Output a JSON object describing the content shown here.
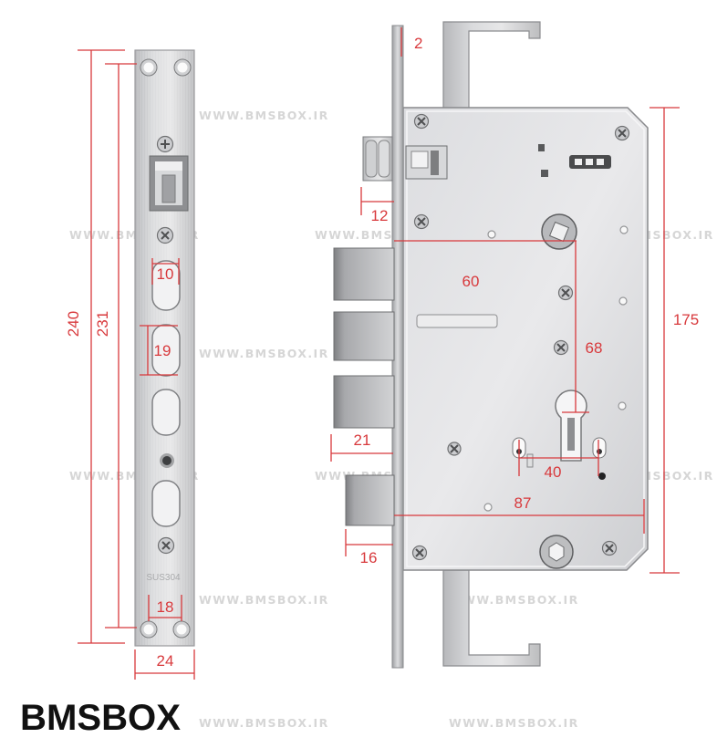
{
  "watermark": {
    "text": "WWW.BMSBOX.IR"
  },
  "logo": {
    "text": "BMSBOX"
  },
  "faceplate": {
    "stamp": "SUS304"
  },
  "dimensions": {
    "faceplate_length": "240",
    "mounting_hole_spacing": "231",
    "slot_width": "10",
    "slot_height": "19",
    "bottom_hole_spacing": "18",
    "faceplate_width": "24",
    "faceplate_thickness": "2",
    "latch_projection": "12",
    "backset": "60",
    "handle_to_cylinder": "68",
    "deadbolt_projection": "21",
    "cylinder_width": "40",
    "case_width": "87",
    "auxiliary_bolt_projection": "16",
    "case_height": "175"
  },
  "colors": {
    "dimension": "#d8393c",
    "watermark": "#d6d6d6",
    "logo": "#111111",
    "steel": "#c8c9cb"
  }
}
